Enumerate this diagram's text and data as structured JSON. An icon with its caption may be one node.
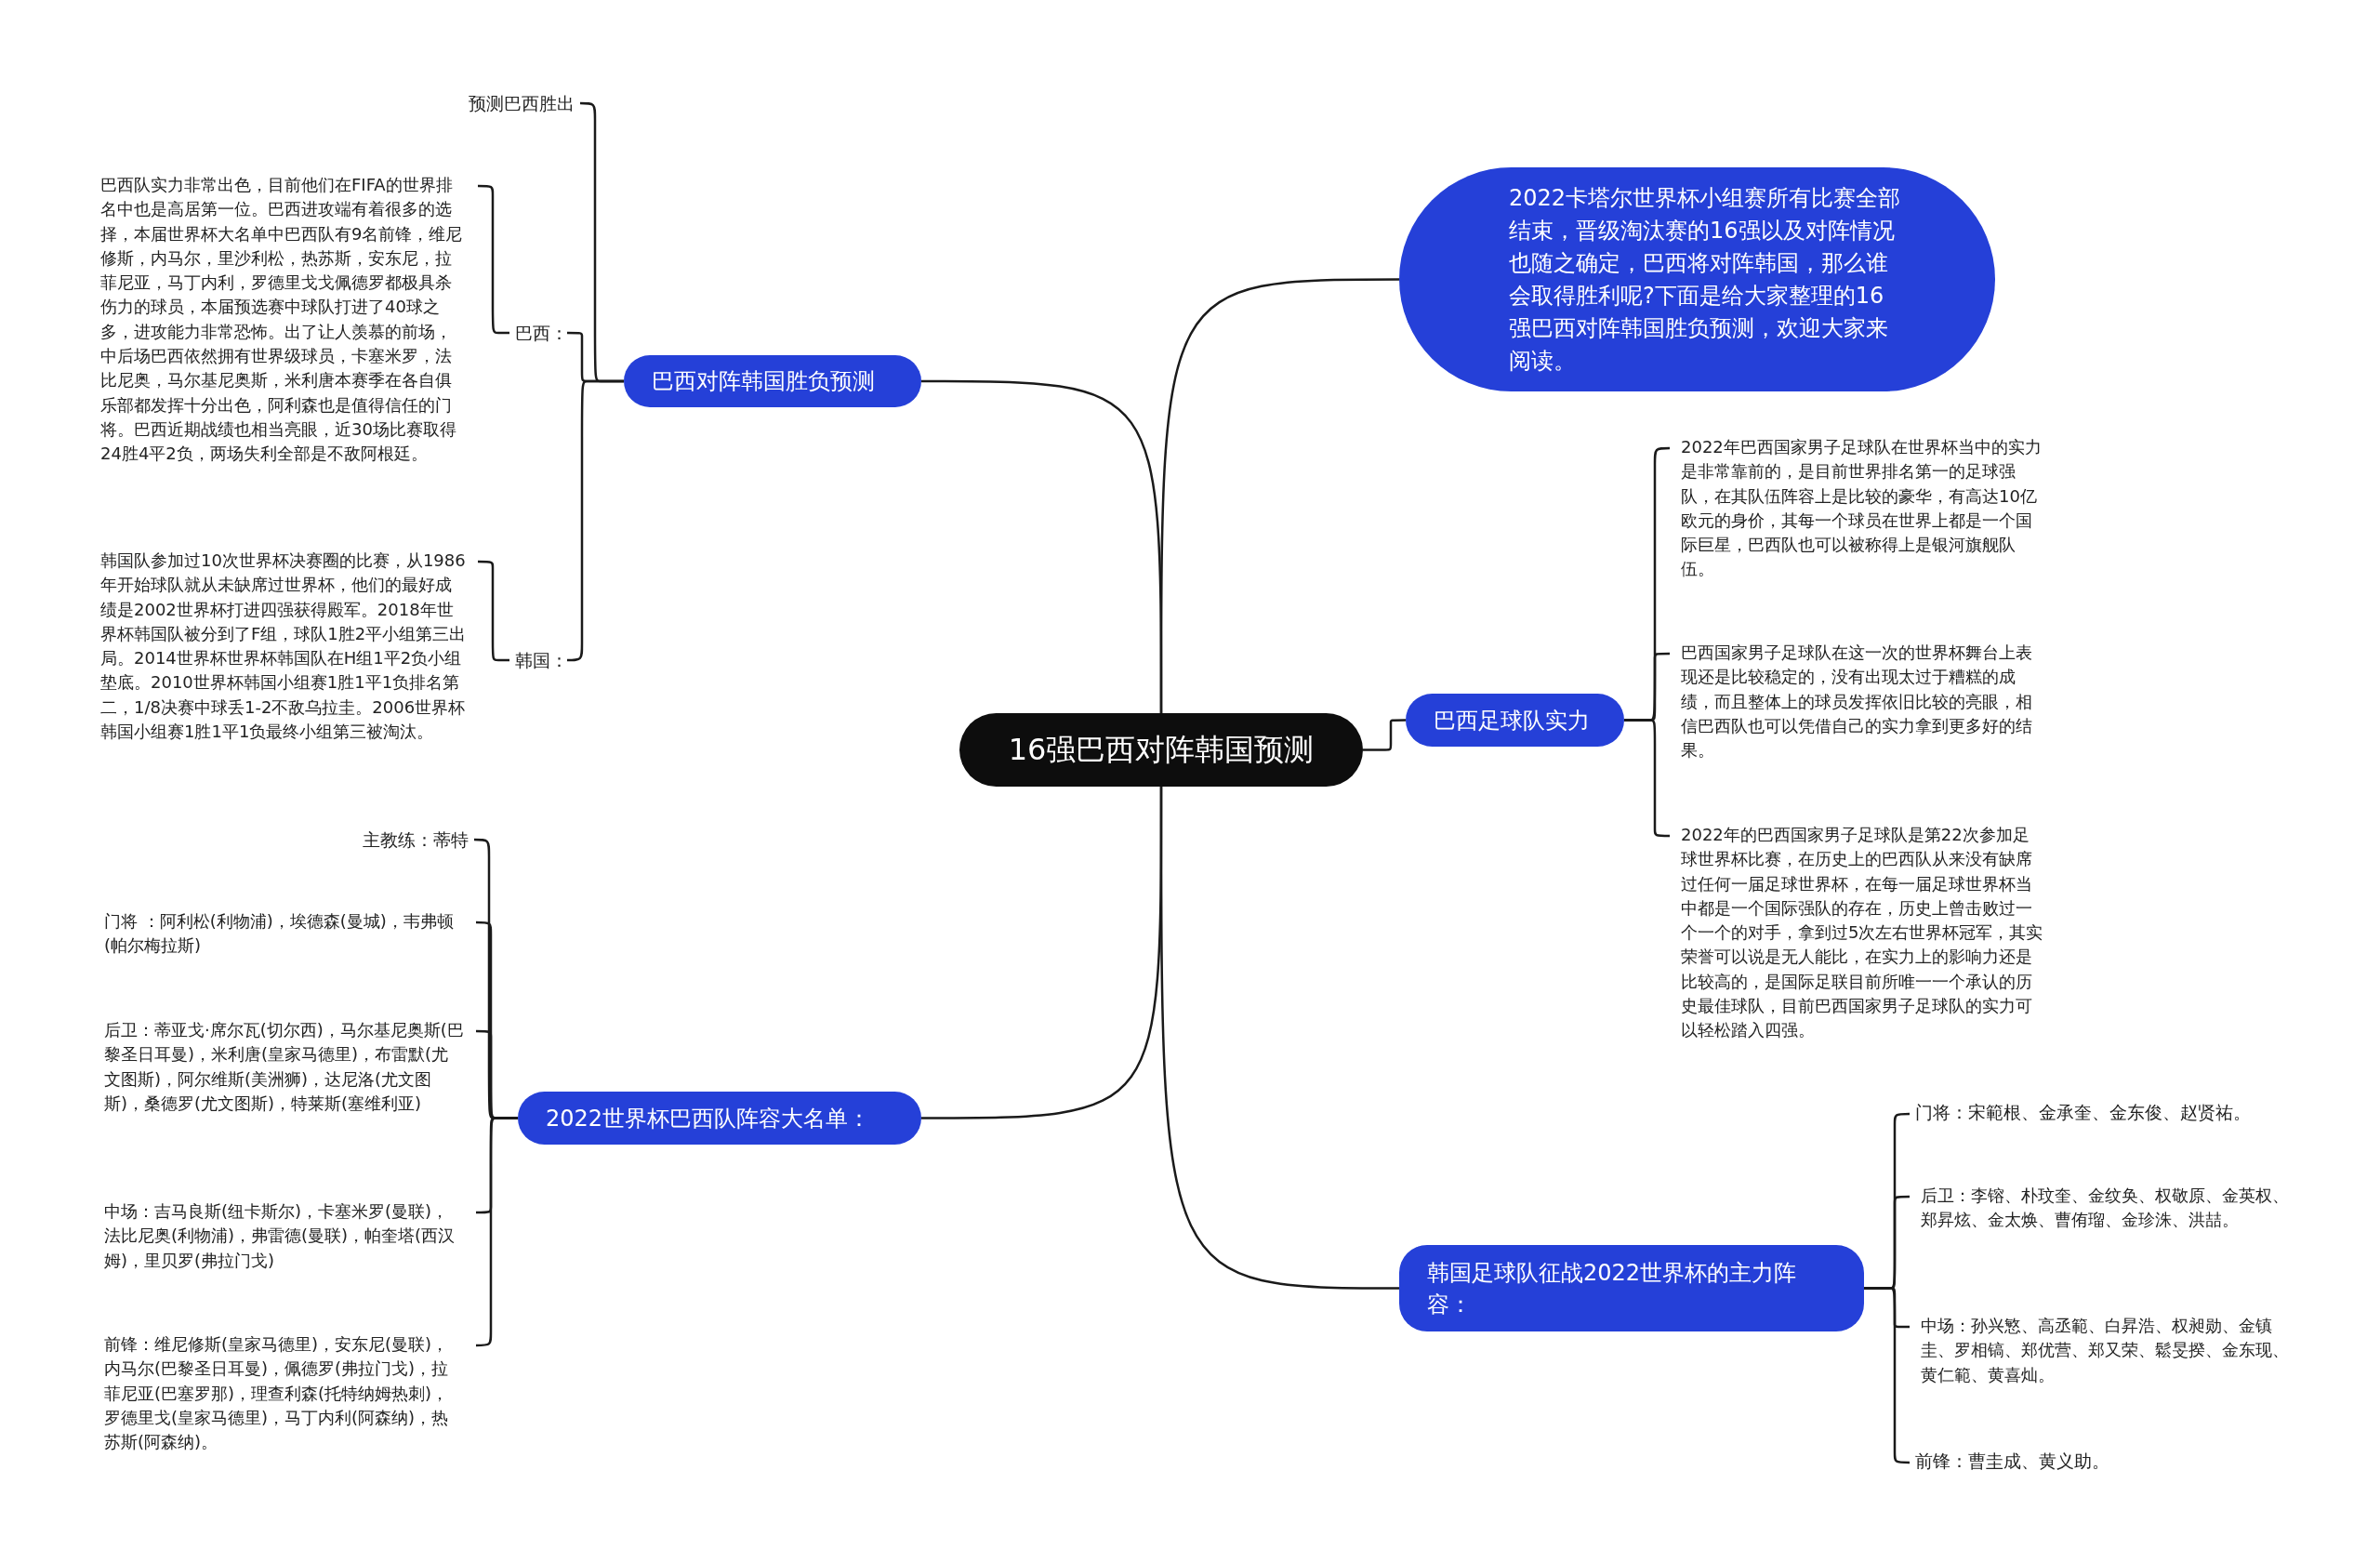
{
  "diagram": {
    "nodes": [
      {
        "text": [
          "16强巴西对阵韩国预测"
        ]
      },
      {
        "text": [
          "巴西对阵韩国胜负预测"
        ]
      },
      {
        "text": [
          "预测巴西胜出"
        ]
      },
      {
        "text": [
          "巴西："
        ]
      },
      {
        "text": [
          "巴西队实力非常出色，目前他们在FIFA的世界排名中也是高居第一位。巴西进攻端有着很多的选择，本届世界杯大名单中巴西队有9名前锋，维尼修斯，内马尔，里沙利松，热苏斯，安东尼，拉菲尼亚，马丁内利，罗德里戈戈佩德罗都极具杀伤力的球员，本届预选赛中球队打进了40球之多，进攻能力非常恐怖。出了让人羡慕的前场，中后场巴西依然拥有世界级球员，卡塞米罗，法比尼奥，马尔基尼奥斯，米利唐本赛季在各自俱乐部都发挥十分出色，阿利森也是值得信任的门将。巴西近期战绩也相当亮眼，近30场比赛取得24胜4平2负，两场失利全部是不敌阿根廷。"
        ]
      },
      {
        "text": [
          "韩国："
        ]
      },
      {
        "text": [
          "韩国队参加过10次世界杯决赛圈的比赛，从1986年开始球队就从未缺席过世界杯，他们的最好成绩是2002世界杯打进四强获得殿军。2018年世界杯韩国队被分到了F组，球队1胜2平小组第三出局。2014世界杯世界杯韩国队在H组1平2负小组垫底。2010世界杯韩国小组赛1胜1平1负排名第二，1/8决赛中球丢1-2不敌乌拉圭。2006世界杯韩国小组赛1胜1平1负最终小组第三被淘汰。"
        ]
      },
      {
        "text": [
          "2022世界杯巴西队阵容大名单："
        ]
      },
      {
        "text": [
          "主教练：蒂特"
        ]
      },
      {
        "text": [
          "门将 ：阿利松(利物浦)，埃德森(曼城)，韦弗顿(帕尔梅拉斯)"
        ]
      },
      {
        "text": [
          "后卫：蒂亚戈·席尔瓦(切尔西)，马尔基尼奥斯(巴黎圣日耳曼)，米利唐(皇家马德里)，布雷默(尤文图斯)，阿尔维斯(美洲狮)，达尼洛(尤文图斯)，桑德罗(尤文图斯)，特莱斯(塞维利亚)"
        ]
      },
      {
        "text": [
          "中场：吉马良斯(纽卡斯尔)，卡塞米罗(曼联)，法比尼奥(利物浦)，弗雷德(曼联)，帕奎塔(西汉姆)，里贝罗(弗拉门戈)"
        ]
      },
      {
        "text": [
          "前锋：维尼修斯(皇家马德里)，安东尼(曼联)，内马尔(巴黎圣日耳曼)，佩德罗(弗拉门戈)，拉菲尼亚(巴塞罗那)，理查利森(托特纳姆热刺)，罗德里戈(皇家马德里)，马丁内利(阿森纳)，热苏斯(阿森纳)。"
        ]
      },
      {
        "text": [
          "2022卡塔尔世界杯小组赛所有比赛全部结束，晋级淘汰赛的16强以及对阵情况也随之确定，巴西将对阵韩国，那么谁会取得胜利呢?下面是给大家整理的16强巴西对阵韩国胜负预测，欢迎大家来阅读。"
        ]
      },
      {
        "text": [
          "巴西足球队实力"
        ]
      },
      {
        "text": [
          "2022年巴西国家男子足球队在世界杯当中的实力是非常靠前的，是目前世界排名第一的足球强队，在其队伍阵容上是比较的豪华，有高达10亿欧元的身价，其每一个球员在世界上都是一个国际巨星，巴西队也可以被称得上是银河旗舰队伍。"
        ]
      },
      {
        "text": [
          "巴西国家男子足球队在这一次的世界杯舞台上表现还是比较稳定的，没有出现太过于糟糕的成绩，而且整体上的球员发挥依旧比较的亮眼，相信巴西队也可以凭借自己的实力拿到更多好的结果。"
        ]
      },
      {
        "text": [
          "2022年的巴西国家男子足球队是第22次参加足球世界杯比赛，在历史上的巴西队从来没有缺席过任何一届足球世界杯，在每一届足球世界杯当中都是一个国际强队的存在，历史上曾击败过一个一个的对手，拿到过5次左右世界杯冠军，其实荣誉可以说是无人能比，在实力上的影响力还是比较高的，是国际足联目前所唯一一个承认的历史最佳球队，目前巴西国家男子足球队的实力可以轻松踏入四强。"
        ]
      },
      {
        "text": [
          "韩国足球队征战2022世界杯的主力阵容："
        ]
      },
      {
        "text": [
          "门将：宋範根、金承奎、金东俊、赵贤祐。"
        ]
      },
      {
        "text": [
          "后卫：李镕、朴玟奎、金纹奂、权敬原、金英权、郑昇炫、金太焕、曹侑瑠、金珍洙、洪喆。"
        ]
      },
      {
        "text": [
          "中场：孙兴慜、高丞範、白昇浩、权昶勋、金镇圭、罗相镐、郑优营、郑又荣、鬆旻揆、金东现、黄仁範、黄喜灿。"
        ]
      },
      {
        "text": [
          "前锋：曹圭成、黄义助。"
        ]
      }
    ],
    "edges": [
      {
        "from": 0,
        "to": 1,
        "arrow": "none"
      },
      {
        "from": 1,
        "to": 2,
        "arrow": "none"
      },
      {
        "from": 1,
        "to": 3,
        "arrow": "none"
      },
      {
        "from": 3,
        "to": 4,
        "arrow": "none"
      },
      {
        "from": 1,
        "to": 5,
        "arrow": "none"
      },
      {
        "from": 5,
        "to": 6,
        "arrow": "none"
      },
      {
        "from": 0,
        "to": 7,
        "arrow": "none"
      },
      {
        "from": 7,
        "to": 8,
        "arrow": "none"
      },
      {
        "from": 7,
        "to": 9,
        "arrow": "none"
      },
      {
        "from": 7,
        "to": 10,
        "arrow": "none"
      },
      {
        "from": 7,
        "to": 11,
        "arrow": "none"
      },
      {
        "from": 7,
        "to": 12,
        "arrow": "none"
      },
      {
        "from": 0,
        "to": 13,
        "arrow": "none"
      },
      {
        "from": 0,
        "to": 14,
        "arrow": "none"
      },
      {
        "from": 14,
        "to": 15,
        "arrow": "none"
      },
      {
        "from": 14,
        "to": 16,
        "arrow": "none"
      },
      {
        "from": 14,
        "to": 17,
        "arrow": "none"
      },
      {
        "from": 0,
        "to": 18,
        "arrow": "none"
      },
      {
        "from": 18,
        "to": 19,
        "arrow": "none"
      },
      {
        "from": 18,
        "to": 20,
        "arrow": "none"
      },
      {
        "from": 18,
        "to": 21,
        "arrow": "none"
      },
      {
        "from": 18,
        "to": 22,
        "arrow": "none"
      }
    ]
  }
}
